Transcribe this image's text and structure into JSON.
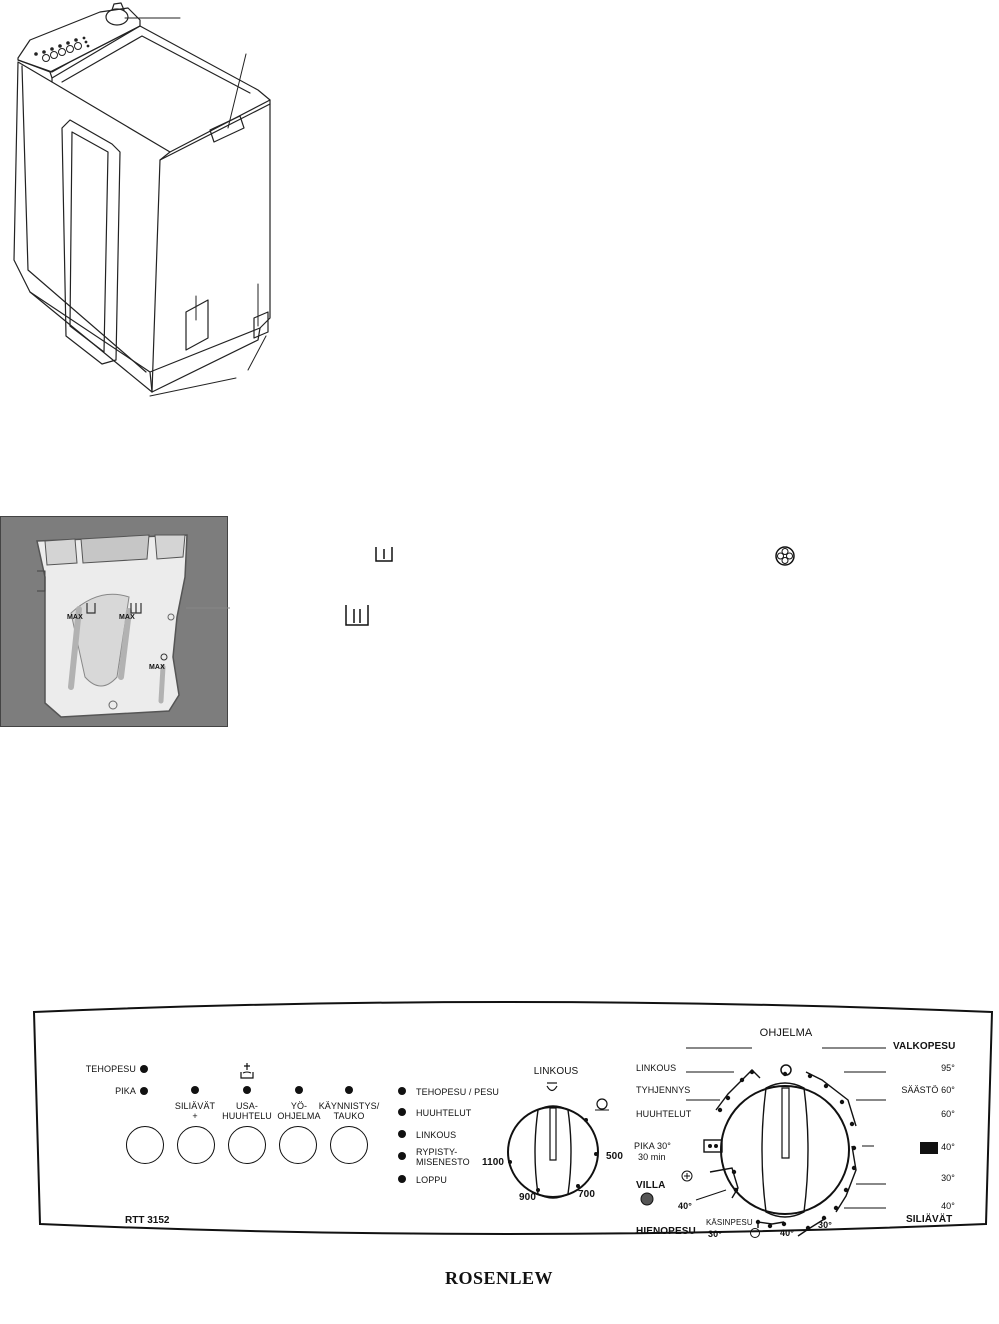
{
  "dispenser": {
    "max_labels": [
      "MAX",
      "MAX",
      "MAX"
    ],
    "symbols": {
      "prewash": "prewash-compartment-icon",
      "main": "main-wash-compartment-icon",
      "softener": "softener-flower-icon"
    }
  },
  "panel": {
    "model": "RTT 3152",
    "brand": "ROSENLEW",
    "left_options": [
      "TEHOPESU",
      "PIKA"
    ],
    "buttons": [
      {
        "label": "SILIÄVÄT\n+",
        "icon": ""
      },
      {
        "label": "USA-\nHUUHTELU",
        "icon": "extra-rinse-icon"
      },
      {
        "label": "YÖ-\nOHJELMA",
        "icon": ""
      },
      {
        "label": "KÄYNNISTYS/\nTAUKO",
        "icon": ""
      }
    ],
    "status_lights": [
      "TEHOPESU / PESU",
      "HUUHTELUT",
      "LINKOUS",
      "RYPISTY-\nMISENESTO",
      "LOPPU"
    ],
    "spin": {
      "title": "LINKOUS",
      "speeds": [
        "1100",
        "900",
        "700",
        "500"
      ],
      "no_spin_icon": "no-spin-snail-icon",
      "off_icon": "rinse-hold-icon"
    },
    "program": {
      "title": "OHJELMA",
      "left_labels": [
        "LINKOUS",
        "TYHJENNYS",
        "HUUHTELUT",
        "PIKA 30°",
        "30 min",
        "VILLA"
      ],
      "right_header": "VALKOPESU",
      "right_labels": [
        "95°",
        "SÄÄSTÖ 60°",
        "60°",
        "40°",
        "30°",
        "40°"
      ],
      "right_footer": "SILIÄVÄT",
      "bottom_labels": [
        "40°",
        "HIENOPESU",
        "KÄSINPESU",
        "30°",
        "40°",
        "30°"
      ]
    }
  }
}
